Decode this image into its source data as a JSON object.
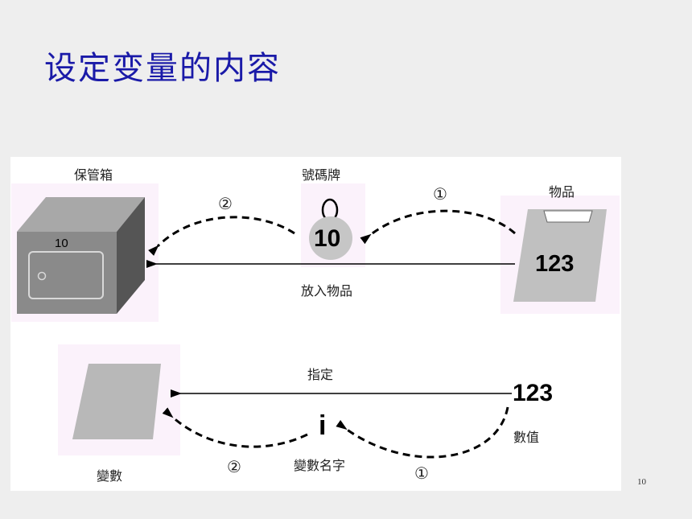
{
  "slide": {
    "title": "设定变量的内容",
    "page_number": "10"
  },
  "diagram": {
    "top": {
      "safe_box_label": "保管箱",
      "safe_box_number": "10",
      "tag_label": "號碼牌",
      "tag_number": "10",
      "item_label": "物品",
      "item_value": "123",
      "arrow_label": "放入物品",
      "step_1": "①",
      "step_2": "②"
    },
    "bottom": {
      "variable_label": "變數",
      "assign_label": "指定",
      "value": "123",
      "value_label": "數值",
      "var_name": "i",
      "var_name_label": "變數名字",
      "step_1": "①",
      "step_2": "②"
    }
  },
  "colors": {
    "title": "#1a1aa8",
    "safe_front": "#8a8a8a",
    "safe_side": "#555555",
    "safe_top": "#a8a8a8",
    "item_fill": "#c0c0c0",
    "tag_fill": "#c6c6c6",
    "highlight": "#fbf2fb"
  }
}
